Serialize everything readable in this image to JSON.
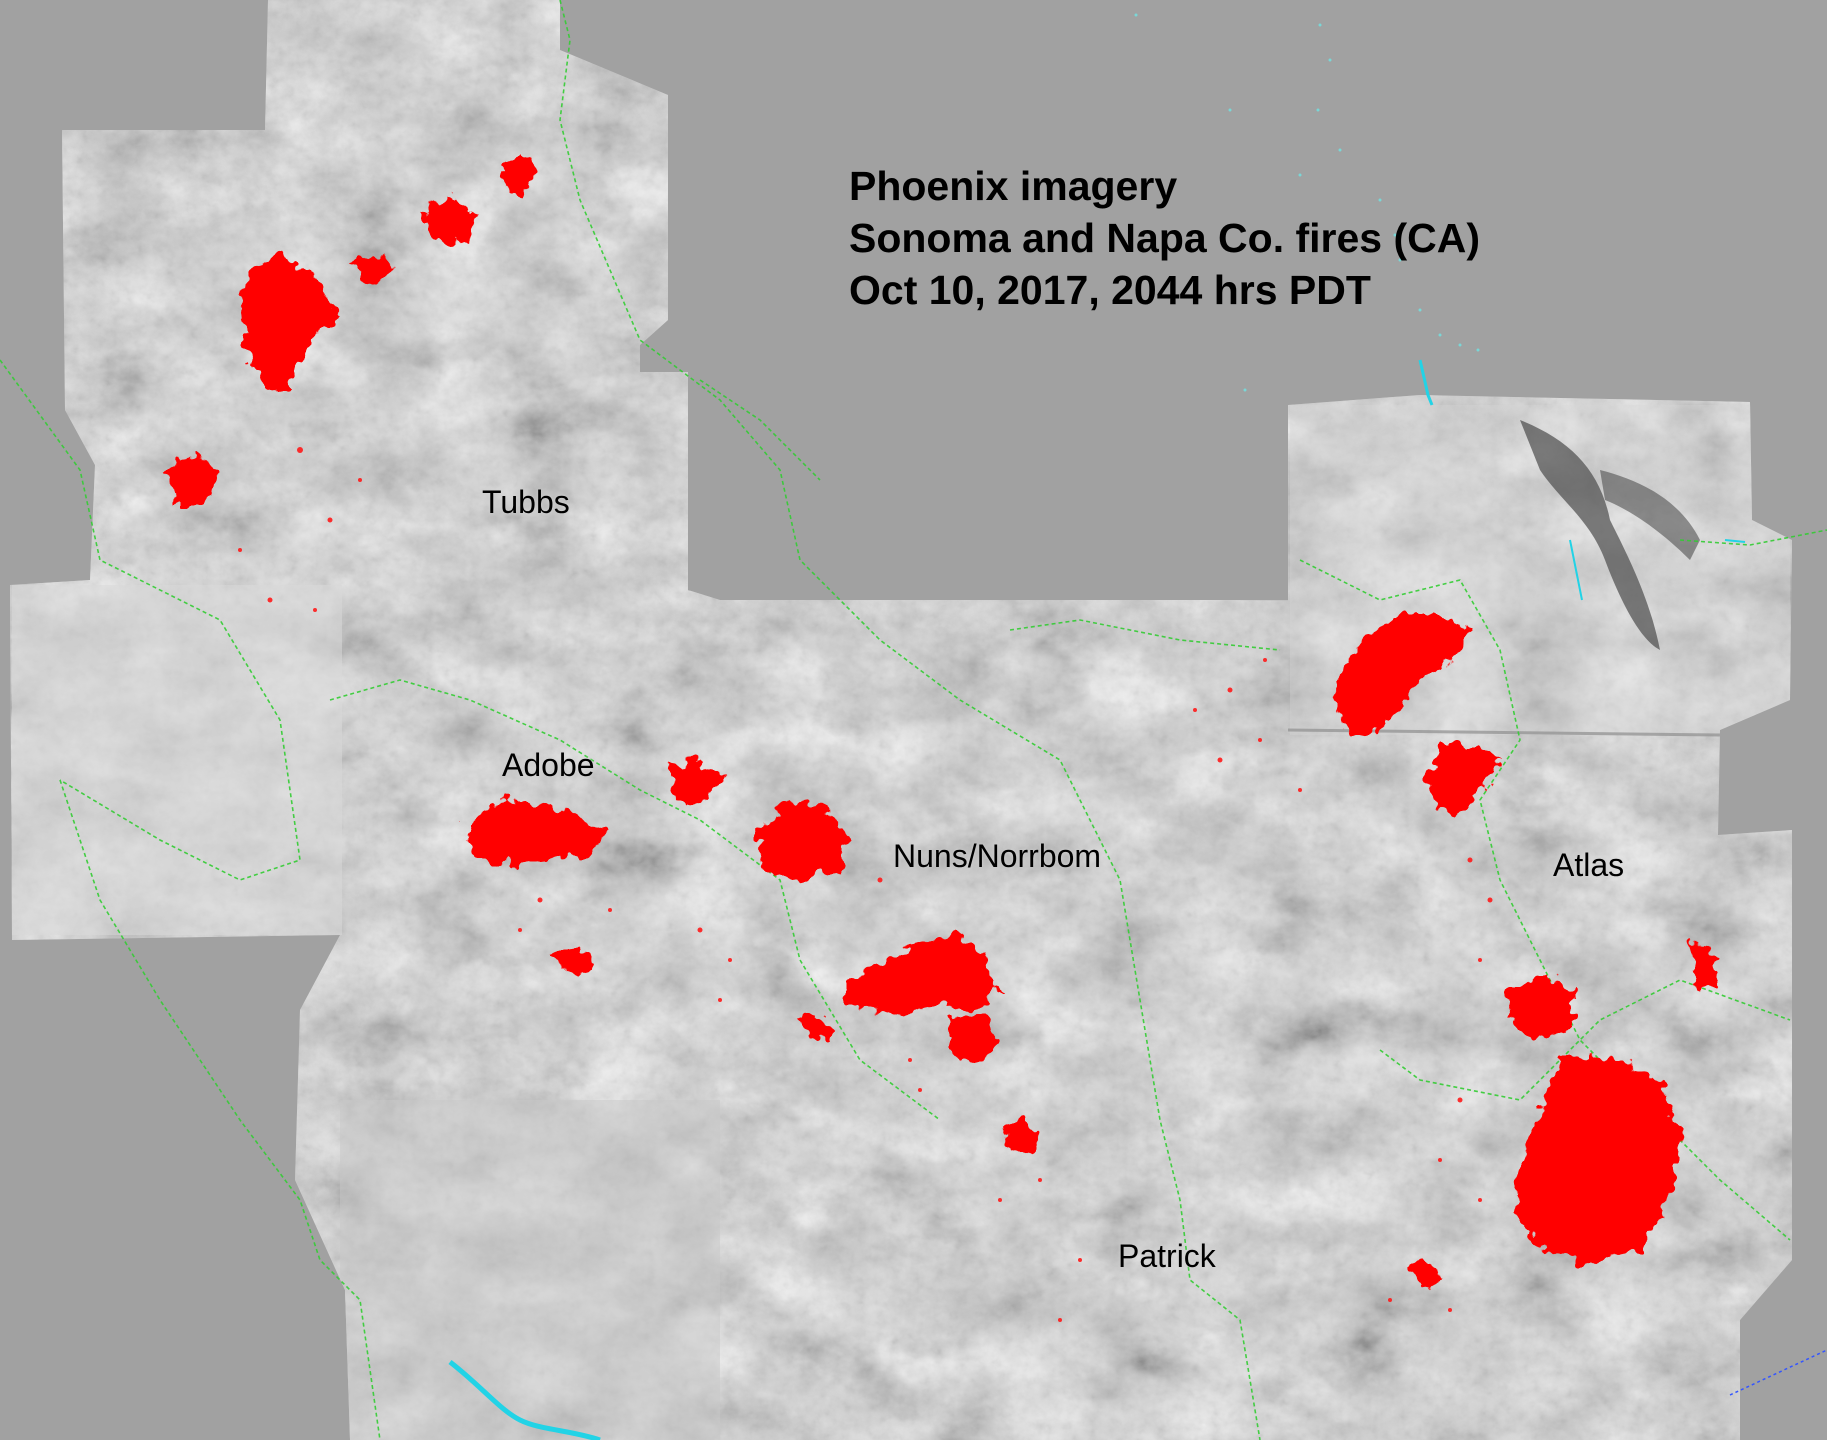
{
  "title": {
    "line1": "Phoenix imagery",
    "line2": "Sonoma and Napa Co. fires (CA)",
    "line3": "Oct 10, 2017, 2044 hrs PDT"
  },
  "fire_labels": {
    "tubbs": "Tubbs",
    "adobe": "Adobe",
    "nuns": "Nuns/Norrbom",
    "atlas": "Atlas",
    "patrick": "Patrick"
  },
  "colors": {
    "background": "#a1a1a1",
    "imagery_light": "#e6e6e6",
    "imagery_dark": "#5e5e5e",
    "fire": "#ff0000",
    "boundary": "#33cc33",
    "water": "#22d3e6"
  }
}
